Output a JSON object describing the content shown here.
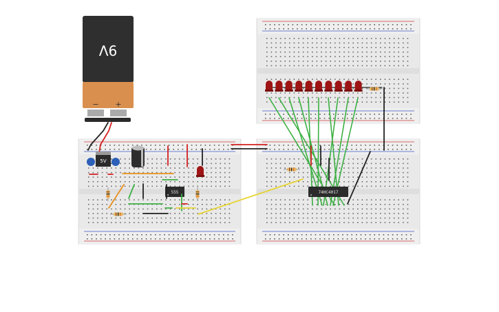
{
  "battery": {
    "label": "9V",
    "minus": "−",
    "plus": "+"
  },
  "regulator": {
    "label": "5V"
  },
  "ic_555": {
    "label": "555"
  },
  "ic_counter": {
    "label": "74HC4017"
  },
  "led_count": 10,
  "colors": {
    "wire_green": "#3cb043",
    "wire_black": "#222222",
    "wire_red": "#d42020",
    "wire_yellow": "#e8d430",
    "wire_orange": "#e8901e",
    "led_red": "#9e1414",
    "breadboard": "#e9e9e9",
    "rail_red": "#d33c3c",
    "rail_blue": "#3b57c4",
    "battery_top": "#2f2f2f",
    "battery_bottom": "#d9904f"
  }
}
